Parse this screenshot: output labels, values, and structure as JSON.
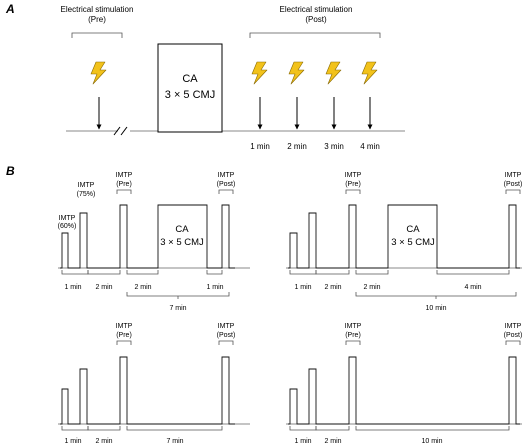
{
  "panel_a": {
    "label": "A",
    "stim_pre": {
      "line1": "Electrical stimulation",
      "line2": "(Pre)"
    },
    "stim_post": {
      "line1": "Electrical stimulation",
      "line2": "(Post)"
    },
    "ca_box": {
      "line1": "CA",
      "line2": "3 × 5 CMJ"
    },
    "time_labels": [
      "1 min",
      "2 min",
      "3 min",
      "4 min"
    ],
    "bolt_color": "#f2c21b"
  },
  "panel_b": {
    "label": "B",
    "tl": {
      "imtp_60": {
        "line1": "IMTP",
        "line2": "(60%)"
      },
      "imtp_75": {
        "line1": "IMTP",
        "line2": "(75%)"
      },
      "imtp_pre": {
        "line1": "IMTP",
        "line2": "(Pre)"
      },
      "imtp_post": {
        "line1": "IMTP",
        "line2": "(Post)"
      },
      "ca": {
        "line1": "CA",
        "line2": "3 × 5 CMJ"
      },
      "intervals": [
        "1 min",
        "2 min",
        "2 min",
        "1 min"
      ],
      "total": "7 min"
    },
    "tr": {
      "imtp_pre": {
        "line1": "IMTP",
        "line2": "(Pre)"
      },
      "imtp_post": {
        "line1": "IMTP",
        "line2": "(Post)"
      },
      "ca": {
        "line1": "CA",
        "line2": "3 × 5 CMJ"
      },
      "intervals": [
        "1 min",
        "2 min",
        "2 min",
        "4 min"
      ],
      "total": "10 min"
    },
    "bl": {
      "imtp_pre": {
        "line1": "IMTP",
        "line2": "(Pre)"
      },
      "imtp_post": {
        "line1": "IMTP",
        "line2": "(Post)"
      },
      "intervals": [
        "1 min",
        "2 min",
        "7 min"
      ]
    },
    "br": {
      "imtp_pre": {
        "line1": "IMTP",
        "line2": "(Pre)"
      },
      "imtp_post": {
        "line1": "IMTP",
        "line2": "(Post)"
      },
      "intervals": [
        "1 min",
        "2 min",
        "10 min"
      ]
    }
  }
}
